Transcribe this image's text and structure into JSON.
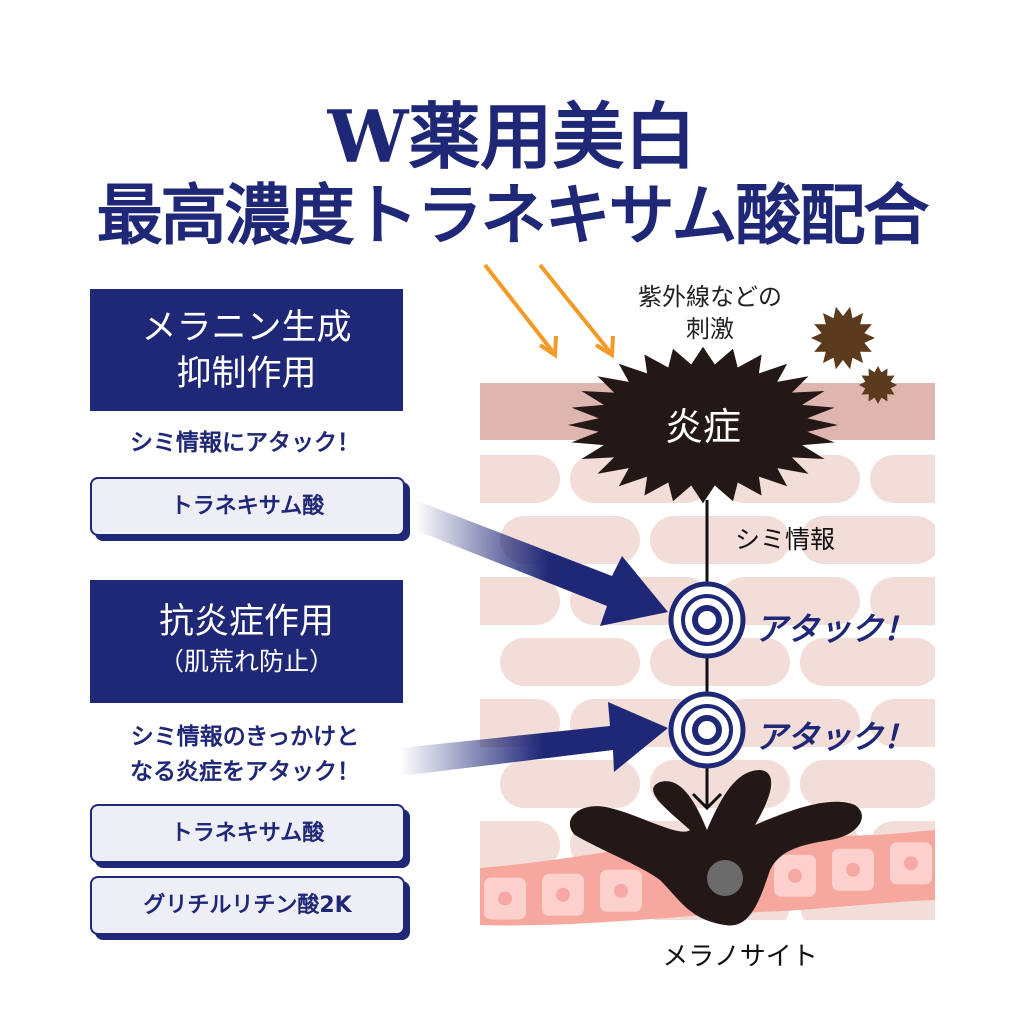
{
  "title": {
    "line1": "W薬用美白",
    "line2": "最高濃度トラネキサム酸配合"
  },
  "section1": {
    "heading_line1": "メラニン生成",
    "heading_line2": "抑制作用",
    "lead": "シミ情報にアタック！",
    "ingredients": [
      "トラネキサム酸"
    ]
  },
  "section2": {
    "heading_line1": "抗炎症作用",
    "heading_line2": "（肌荒れ防止）",
    "lead_line1": "シミ情報のきっかけと",
    "lead_line2": "なる炎症をアタック！",
    "ingredients": [
      "トラネキサム酸",
      "グリチルリチン酸2K"
    ]
  },
  "diagram": {
    "stimulus_line1": "紫外線などの",
    "stimulus_line2": "刺激",
    "inflammation": "炎症",
    "signal": "シミ情報",
    "attack1": "アタック！",
    "attack2": "アタック！",
    "melanocyte": "メラノサイト"
  },
  "colors": {
    "navy": "#1f2777",
    "orange": "#f39a28",
    "skin_top": "#dfb5b0",
    "skin_cell": "#f2ddd8",
    "basal": "#f6a89f"
  }
}
